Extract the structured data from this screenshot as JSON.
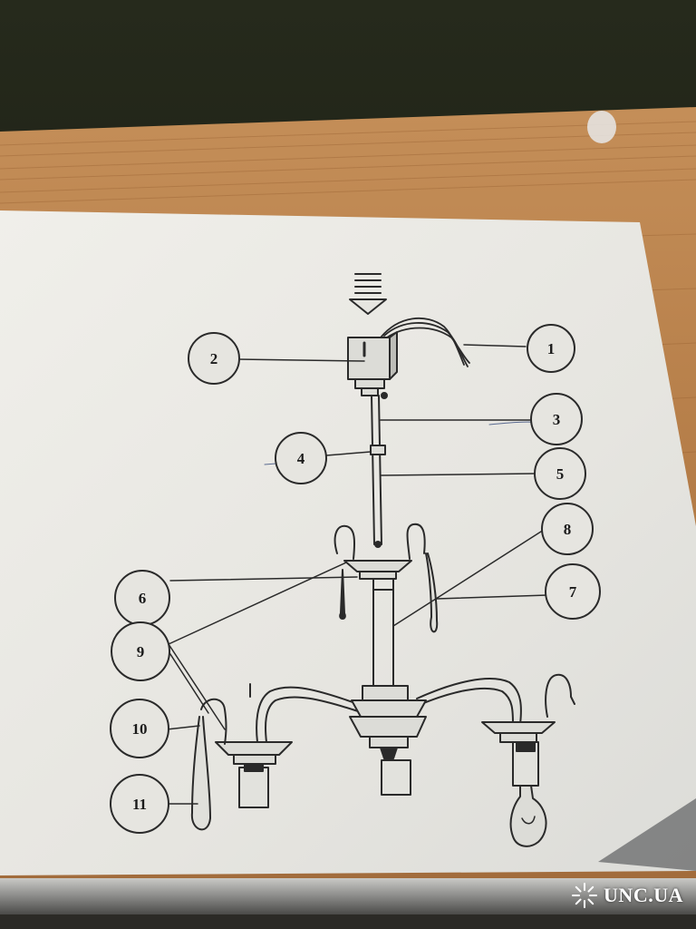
{
  "diagram": {
    "callouts": [
      "1",
      "2",
      "3",
      "4",
      "5",
      "6",
      "7",
      "8",
      "9",
      "10",
      "11"
    ]
  },
  "watermark": {
    "text": "UNC.UA"
  },
  "colors": {
    "background_dark": "#1a1c14",
    "wood": "#b8824e",
    "paper": "#e9e8e3",
    "ink": "#2a2a2a",
    "rail": "#8e8e8c"
  }
}
